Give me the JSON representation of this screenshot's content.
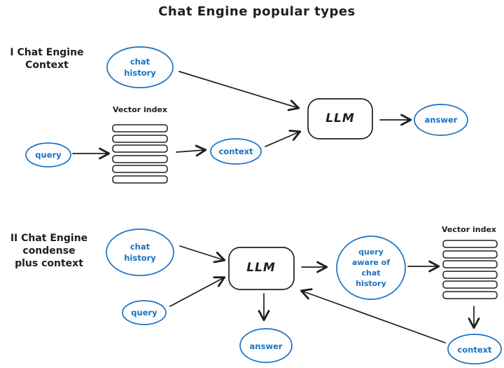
{
  "title": "Chat Engine popular types",
  "colors": {
    "node_blue": "#1971c2",
    "ink_black": "#1e1e1e",
    "background": "#ffffff"
  },
  "diagram1": {
    "heading": [
      "I Chat Engine",
      "Context"
    ],
    "vector_index_label": "Vector index",
    "nodes": {
      "chat_history": [
        "chat",
        "history"
      ],
      "query": "query",
      "context": "context",
      "llm": "LLM",
      "answer": "answer"
    }
  },
  "diagram2": {
    "heading": [
      "II Chat Engine",
      "condense",
      "plus context"
    ],
    "vector_index_label": "Vector index",
    "nodes": {
      "chat_history": [
        "chat",
        "history"
      ],
      "query": "query",
      "llm": "LLM",
      "query_aware": [
        "query",
        "aware of",
        "chat",
        "history"
      ],
      "answer": "answer",
      "context": "context"
    }
  }
}
